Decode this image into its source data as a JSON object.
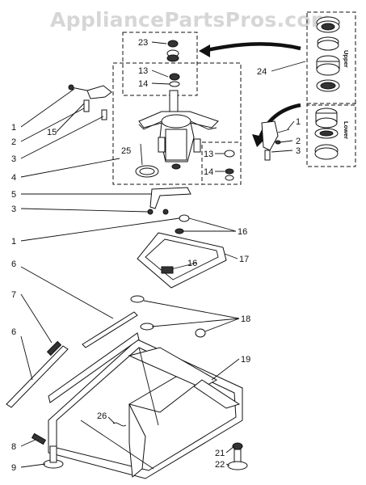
{
  "watermark": "AppliancePartsPros.com",
  "kit_labels": {
    "upper": "Upper",
    "lower": "Lower"
  },
  "callouts": {
    "c1a": "1",
    "c2a": "2",
    "c3a": "3",
    "c4": "4",
    "c5": "5",
    "c3b": "3",
    "c1b": "1",
    "c6a": "6",
    "c6b": "6",
    "c7": "7",
    "c8": "8",
    "c9": "9",
    "c15": "15",
    "c25": "25",
    "c23": "23",
    "c13a": "13",
    "c14a": "14",
    "c24": "24",
    "c1c": "1",
    "c2b": "2",
    "c3c": "3",
    "c13b": "13",
    "c14b": "14",
    "c16a": "16",
    "c16b": "16",
    "c17": "17",
    "c18": "18",
    "c19": "19",
    "c26": "26",
    "c21": "21",
    "c22": "22"
  }
}
